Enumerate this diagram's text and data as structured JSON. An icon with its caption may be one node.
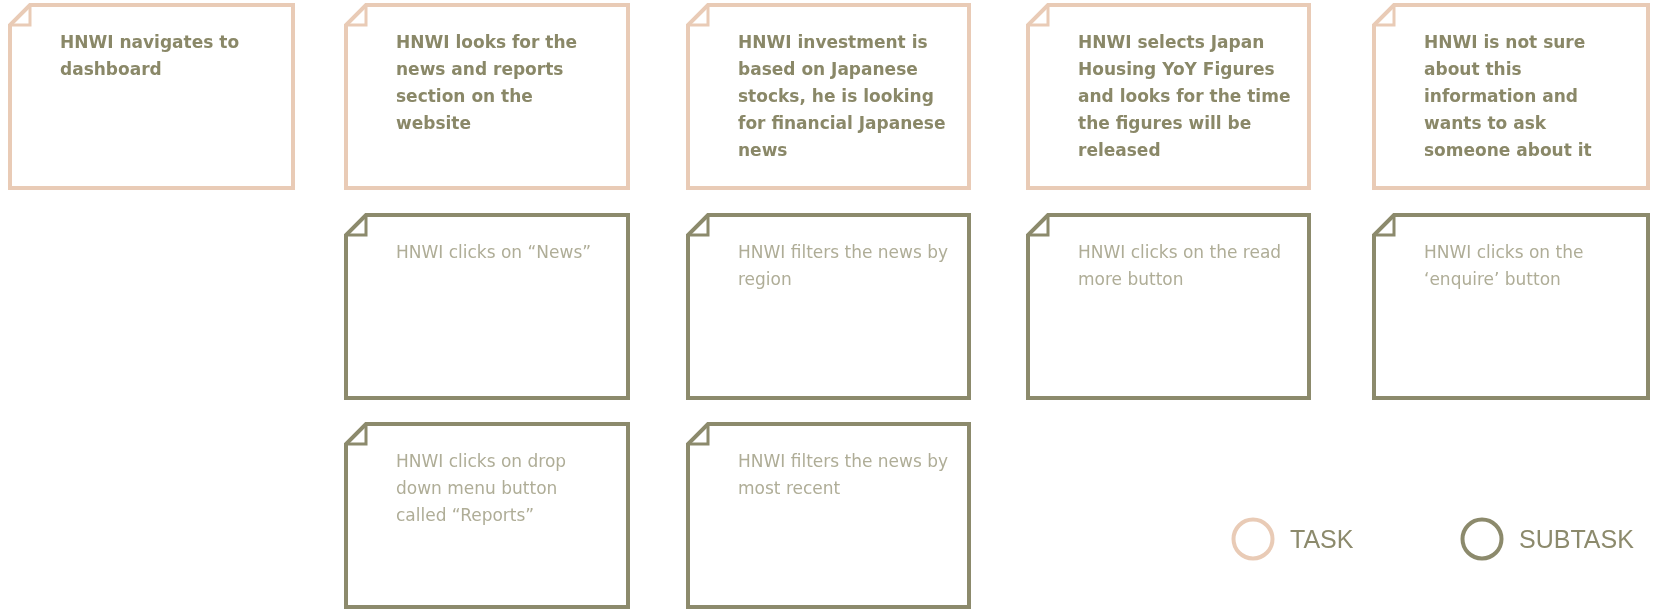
{
  "diagram": {
    "nodes": [
      {
        "text": [
          "HNWI navigates to dashboard"
        ]
      },
      {
        "text": [
          "HNWI looks for the news and reports section on the website"
        ]
      },
      {
        "text": [
          "HNWI investment is based on Japanese stocks, he is looking for financial Japanese news"
        ]
      },
      {
        "text": [
          "HNWI selects Japan Housing YoY Figures and looks for the time the figures will be released"
        ]
      },
      {
        "text": [
          "HNWI is not sure about this information and wants to ask someone about it"
        ]
      },
      {
        "text": [
          "HNWI clicks on “News”"
        ]
      },
      {
        "text": [
          "HNWI filters the news by region"
        ]
      },
      {
        "text": [
          "HNWI clicks on the read more button"
        ]
      },
      {
        "text": [
          "HNWI clicks on the ‘enquire’ button"
        ]
      },
      {
        "text": [
          "HNWI clicks on drop down menu button called “Reports”"
        ]
      },
      {
        "text": [
          "HNWI filters the news by most recent"
        ]
      }
    ],
    "legend": [
      {
        "text": "TASK",
        "color": "#e9cbb6"
      },
      {
        "text": "SUBTASK",
        "color": "#8c8a6c"
      }
    ]
  }
}
